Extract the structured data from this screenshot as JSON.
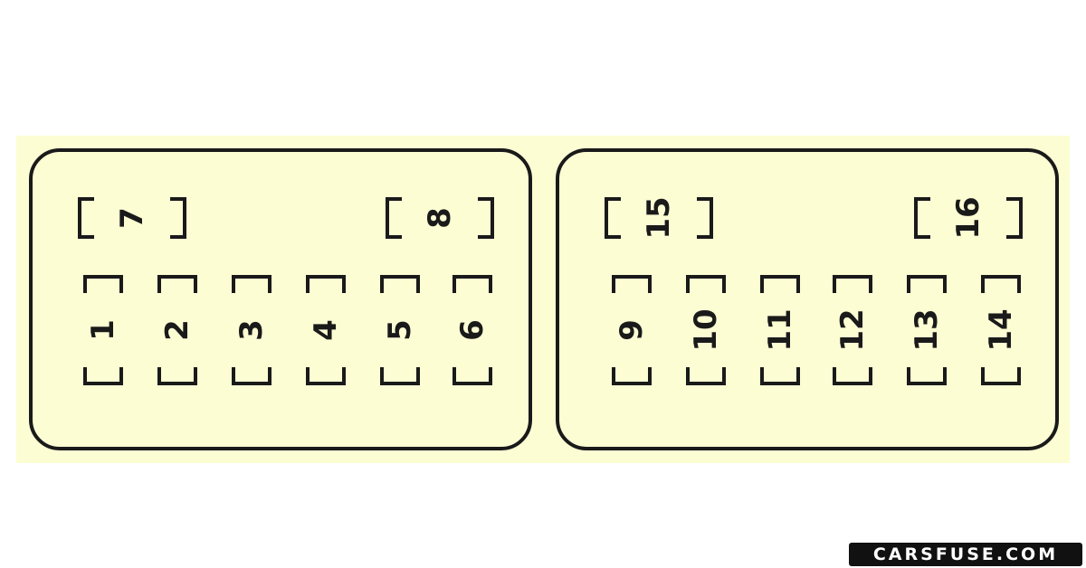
{
  "fuses": {
    "f1": "1",
    "f2": "2",
    "f3": "3",
    "f4": "4",
    "f5": "5",
    "f6": "6",
    "f7": "7",
    "f8": "8",
    "f9": "9",
    "f10": "10",
    "f11": "11",
    "f12": "12",
    "f13": "13",
    "f14": "14",
    "f15": "15",
    "f16": "16"
  },
  "watermark": "CARSFUSE.COM",
  "colors": {
    "panel_background": "#fdfdd4",
    "outline": "#1a1a1a"
  }
}
